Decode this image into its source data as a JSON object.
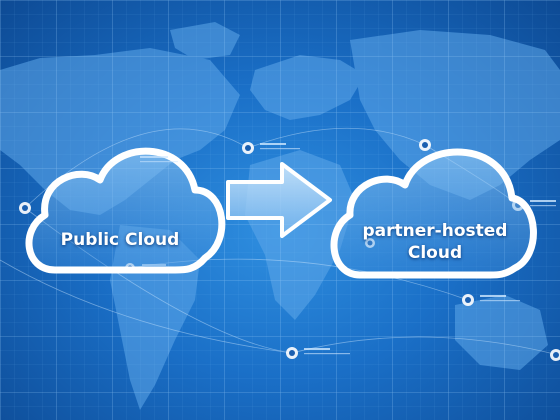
{
  "diagram": {
    "source_cloud": {
      "label": "Public Cloud"
    },
    "target_cloud": {
      "label_line1": "partner-hosted",
      "label_line2": "Cloud"
    },
    "arrow": {
      "direction": "right"
    },
    "markers": [
      {
        "name": "marker-top-center"
      },
      {
        "name": "marker-top-right"
      },
      {
        "name": "marker-left"
      },
      {
        "name": "marker-cloud-left"
      },
      {
        "name": "marker-cloud-right"
      },
      {
        "name": "marker-right-edge"
      },
      {
        "name": "marker-mid-right"
      },
      {
        "name": "marker-bottom-center"
      },
      {
        "name": "marker-bottom-right"
      }
    ]
  },
  "colors": {
    "background_dark": "#0d4a94",
    "background_light": "#2f8fe0",
    "outline": "#ffffff",
    "map": "#5fa8ea"
  }
}
